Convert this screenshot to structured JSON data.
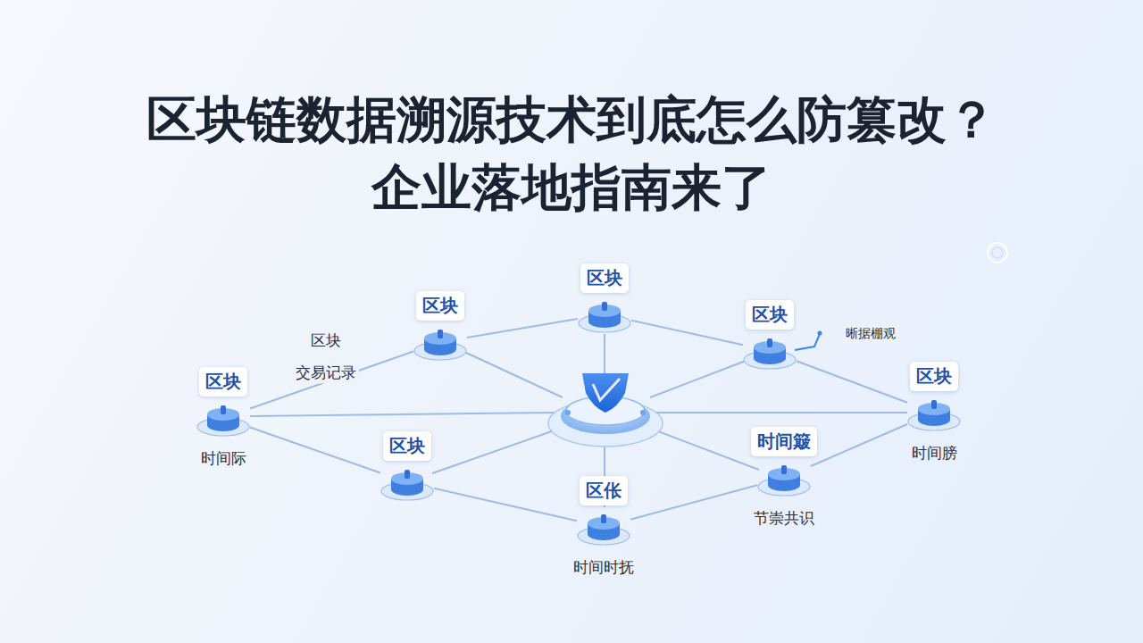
{
  "diagram": {
    "title": "区块链数据溯源技术到底怎么防篡改？ 企业落地指南来了",
    "nodes": [
      {
        "text": [
          "区块"
        ]
      },
      {
        "text": [
          "区块"
        ]
      },
      {
        "text": [
          "区块"
        ]
      },
      {
        "text": [
          "区块",
          "时间际"
        ]
      },
      {
        "text": [
          "区块",
          "时间膀"
        ]
      },
      {
        "text": [
          "区块"
        ]
      },
      {
        "text": [
          "时间簸",
          "节崇共识"
        ]
      },
      {
        "text": [
          "区伥",
          "时间时抚"
        ]
      }
    ],
    "edges": [
      {
        "from": 3,
        "to": 1,
        "arrow": "none"
      },
      {
        "from": 1,
        "to": 0,
        "arrow": "none"
      },
      {
        "from": 0,
        "to": 2,
        "arrow": "none"
      },
      {
        "from": 2,
        "to": 4,
        "arrow": "none"
      },
      {
        "from": 4,
        "to": 6,
        "arrow": "none"
      },
      {
        "from": 6,
        "to": 7,
        "arrow": "none"
      },
      {
        "from": 7,
        "to": 5,
        "arrow": "none"
      },
      {
        "from": 5,
        "to": 3,
        "arrow": "none"
      }
    ],
    "labels": [
      "区块",
      "交易记录",
      "晰据棚观"
    ]
  }
}
